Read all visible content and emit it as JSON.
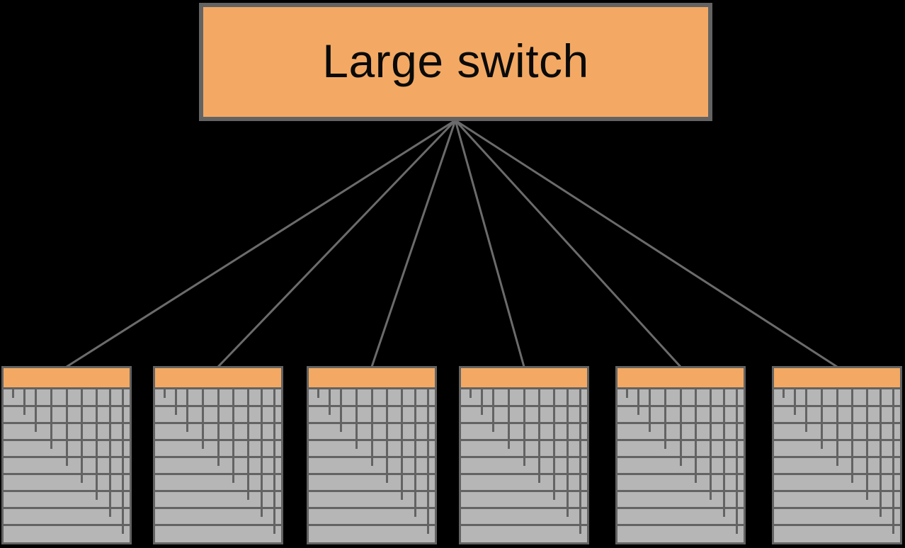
{
  "switch": {
    "label": "Large switch"
  },
  "racks": {
    "count": 6,
    "server_rows_per_rack": 9,
    "cables_per_rack": 9,
    "connectors_to_large_switch": 6
  },
  "colors": {
    "background": "#000000",
    "node_fill": "#F3A963",
    "node_border": "#636363",
    "rack_body": "#B6B6B6",
    "rack_line": "#636363",
    "connector_line": "#6B6B6B",
    "label_text": "#0A0A0A"
  }
}
